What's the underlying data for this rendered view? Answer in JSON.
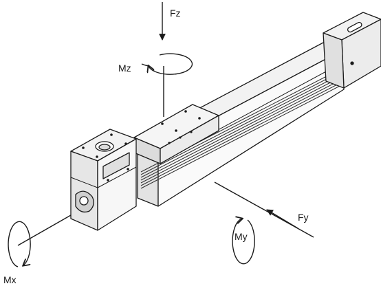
{
  "labels": {
    "fz": "Fz",
    "mz": "Mz",
    "fy": "Fy",
    "my": "My",
    "mx": "Mx"
  },
  "colors": {
    "line": "#1a1a1a",
    "face_top": "#f2f2f2",
    "face_side": "#e3e3e3",
    "face_front": "#d6d6d6",
    "groove": "#333333"
  },
  "icons": [
    "force-arrow-icon",
    "moment-arc-icon"
  ]
}
